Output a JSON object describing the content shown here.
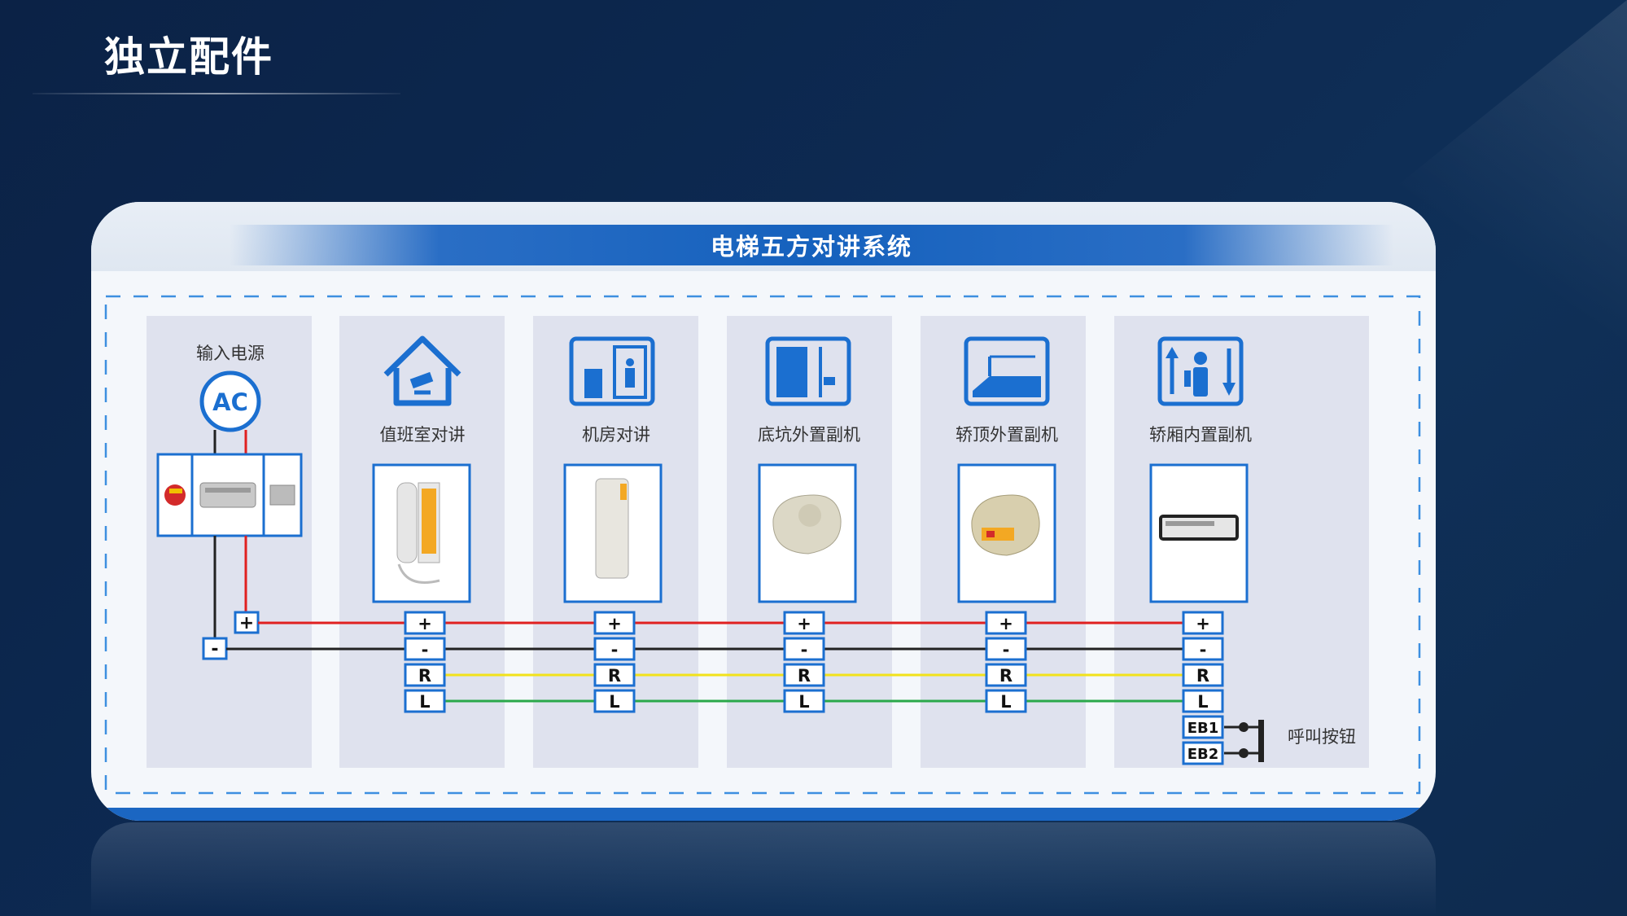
{
  "page": {
    "title": "独立配件"
  },
  "diagram": {
    "title": "电梯五方对讲系统",
    "power": {
      "label": "输入电源",
      "badge": "AC"
    },
    "stations": [
      {
        "label": "值班室对讲",
        "icon": "house-camera-icon",
        "device": "desk-intercom-handset"
      },
      {
        "label": "机房对讲",
        "icon": "machine-room-icon",
        "device": "wall-handset"
      },
      {
        "label": "底坑外置副机",
        "icon": "pit-room-icon",
        "device": "speaker-box"
      },
      {
        "label": "轿顶外置副机",
        "icon": "car-roof-icon",
        "device": "speaker-box-labeled"
      },
      {
        "label": "轿厢内置副机",
        "icon": "elevator-car-icon",
        "device": "flat-module"
      }
    ],
    "terminals": [
      "+",
      "-",
      "R",
      "L"
    ],
    "extra_terminals": [
      "EB1",
      "EB2"
    ],
    "call_button_label": "呼叫按钮",
    "wire_colors": {
      "plus": "#e02020",
      "minus": "#222222",
      "R": "#f2e21a",
      "L": "#2aa84a"
    },
    "accent": "#1b6fd0"
  }
}
